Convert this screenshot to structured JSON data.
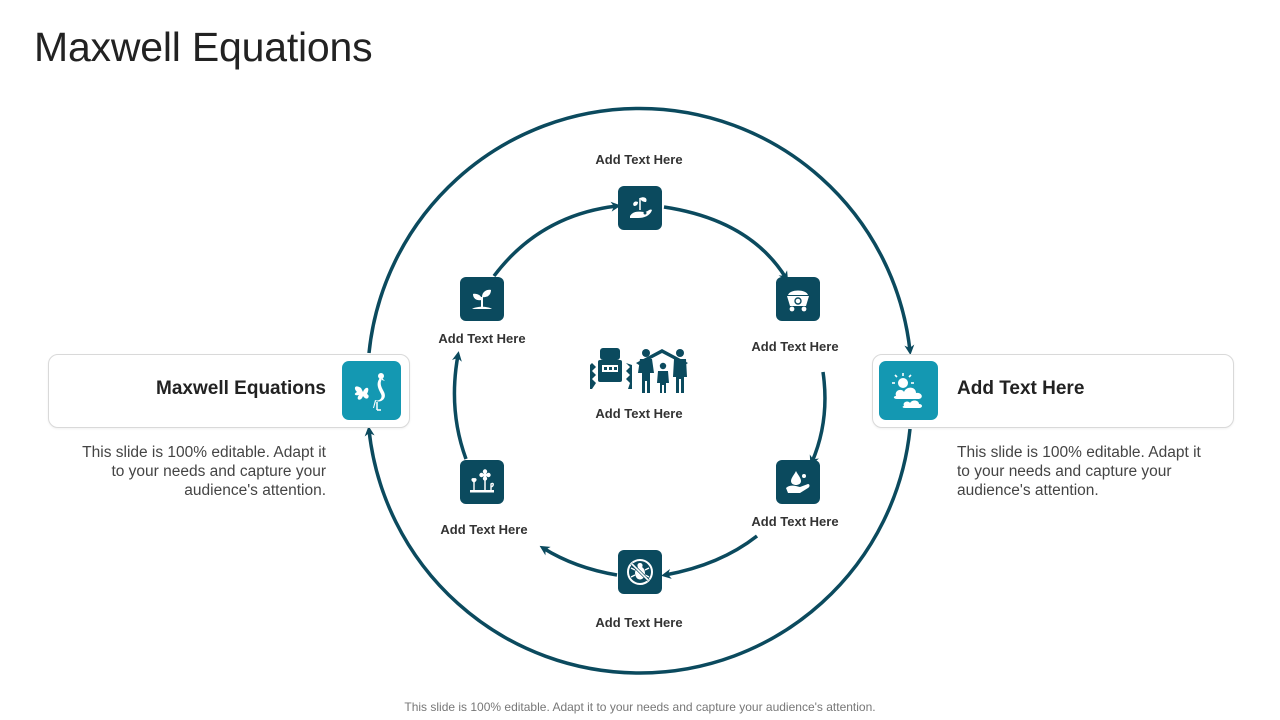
{
  "title": "Maxwell Equations",
  "footer": "This slide is 100% editable. Adapt it to your needs and capture your audience's attention.",
  "colors": {
    "ring": "#0b4a5e",
    "node": "#0b4a5e",
    "accent": "#1498b2"
  },
  "left_panel": {
    "title": "Maxwell Equations",
    "icon": "bird-butterfly-icon",
    "description": "This slide is 100% editable. Adapt it to your needs and capture your audience's attention."
  },
  "right_panel": {
    "title": "Add Text Here",
    "icon": "sun-clouds-icon",
    "description": "This slide is 100% editable. Adapt it to your needs and capture your audience's attention."
  },
  "center": {
    "label": "Add Text Here",
    "icon": "farming-family-icon"
  },
  "nodes": [
    {
      "label": "Add Text Here",
      "icon": "plant-hand-icon"
    },
    {
      "label": "Add Text Here",
      "icon": "fertilizer-cart-icon"
    },
    {
      "label": "Add Text Here",
      "icon": "water-hand-icon"
    },
    {
      "label": "Add Text Here",
      "icon": "no-bug-icon"
    },
    {
      "label": "Add Text Here",
      "icon": "flower-garden-icon"
    },
    {
      "label": "Add Text Here",
      "icon": "sprout-icon"
    }
  ]
}
